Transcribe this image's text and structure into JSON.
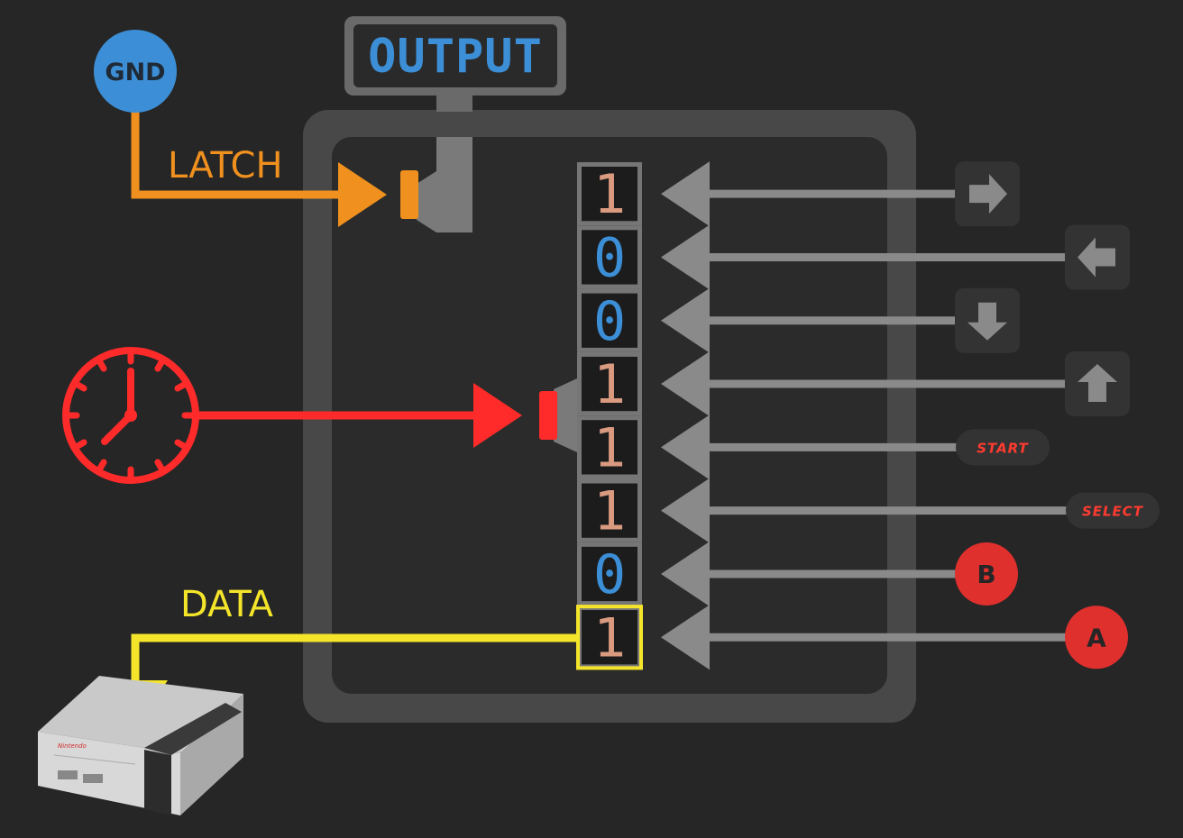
{
  "gnd": {
    "label": "GND"
  },
  "output": {
    "label": "OUTPUT"
  },
  "latch": {
    "label": "LATCH"
  },
  "data_line": {
    "label": "DATA"
  },
  "register": {
    "bits": [
      "1",
      "0",
      "0",
      "1",
      "1",
      "1",
      "0",
      "1"
    ],
    "highlighted_index": 7
  },
  "inputs": [
    {
      "name": "right",
      "icon": "arrow-right-icon"
    },
    {
      "name": "left",
      "icon": "arrow-left-icon"
    },
    {
      "name": "down",
      "icon": "arrow-down-icon"
    },
    {
      "name": "up",
      "icon": "arrow-up-icon"
    },
    {
      "name": "start",
      "label": "START"
    },
    {
      "name": "select",
      "label": "SELECT"
    },
    {
      "name": "b",
      "label": "B"
    },
    {
      "name": "a",
      "label": "A"
    }
  ],
  "console": {
    "brand": "Nintendo"
  },
  "colors": {
    "background": "#262626",
    "housing": "#484848",
    "latch": "#f0901e",
    "clock": "#ff2a2a",
    "data": "#f4e52a",
    "gnd": "#3c8fd6",
    "bit_one": "#d99a80",
    "bit_zero": "#3c8fd6",
    "arrow": "#8a8a8a"
  }
}
